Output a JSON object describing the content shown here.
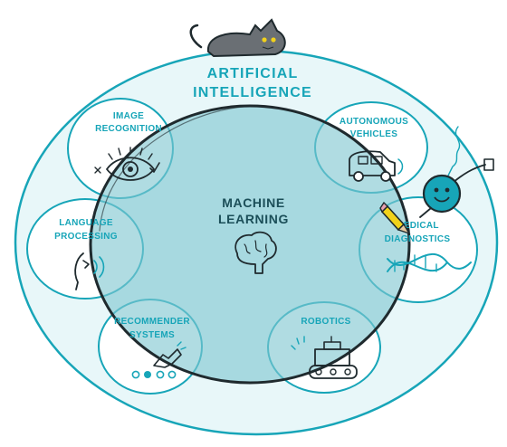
{
  "outer": {
    "line1": "ARTIFICIAL",
    "line2": "INTELLIGENCE"
  },
  "inner": {
    "line1": "MACHINE",
    "line2": "LEARNING"
  },
  "bubbles": {
    "image": {
      "line1": "IMAGE",
      "line2": "RECOGNITION"
    },
    "autonomous": {
      "line1": "AUTONOMOUS",
      "line2": "VEHICLES"
    },
    "language": {
      "line1": "LANGUAGE",
      "line2": "PROCESSING"
    },
    "medical": {
      "line1": "MEDICAL",
      "line2": "DIAGNOSTICS"
    },
    "recommender": {
      "line1": "RECOMMENDER",
      "line2": "SYSTEMS"
    },
    "robotics": {
      "line1": "ROBOTICS"
    }
  },
  "icons": [
    "cat-icon",
    "eye-icon",
    "car-icon",
    "speaking-head-icon",
    "dna-icon",
    "pointing-hand-icon",
    "tank-robot-icon",
    "brain-icon",
    "robot-mascot-icon",
    "pencil-icon"
  ],
  "colors": {
    "teal": "#17a5b8",
    "fill": "#a8dadf",
    "ink": "#1f2a2e"
  }
}
